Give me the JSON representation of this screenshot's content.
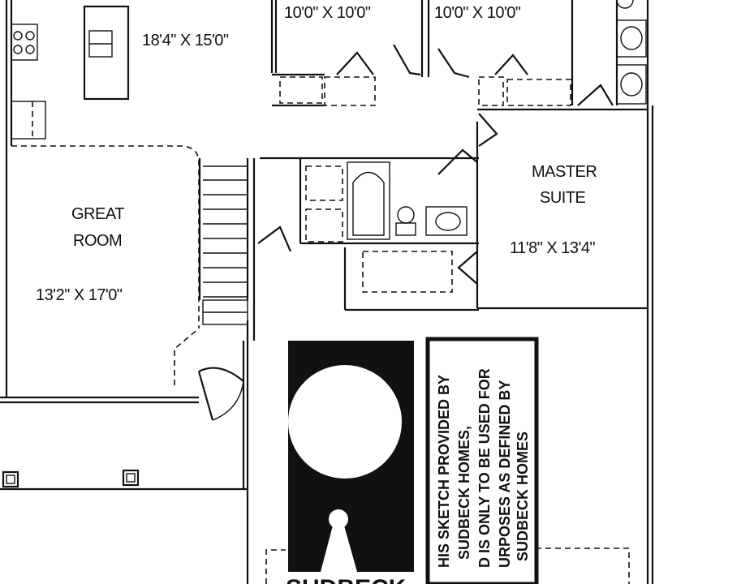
{
  "rooms": {
    "kitchen": {
      "dimensions": "18'4\" X 15'0\""
    },
    "bedroom_2": {
      "dimensions": "10'0\" X 10'0\""
    },
    "bedroom_3": {
      "dimensions": "10'0\" X 10'0\""
    },
    "great_room": {
      "name_line1": "GREAT",
      "name_line2": "ROOM",
      "dimensions": "13'2\" X 17'0\""
    },
    "master_suite": {
      "name_line1": "MASTER",
      "name_line2": "SUITE",
      "dimensions": "11'8\" X 13'4\""
    }
  },
  "notice": {
    "line1": "HIS SKETCH PROVIDED BY",
    "line2": "SUDBECK HOMES,",
    "line3": "D IS ONLY TO BE USED FOR",
    "line4": "URPOSES AS DEFINED BY",
    "line5": "SUDBECK HOMES"
  },
  "logo": {
    "text": "SUDBECK"
  },
  "colors": {
    "ink": "#111111",
    "paper": "#ffffff"
  }
}
